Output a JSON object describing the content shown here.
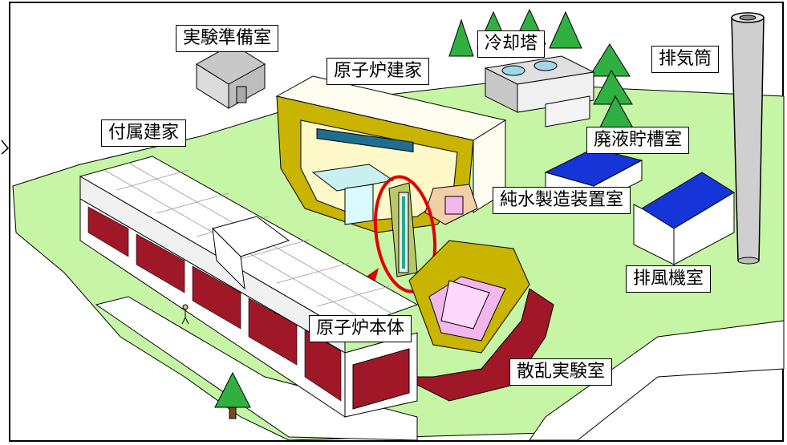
{
  "labels": {
    "prep_room": "実験準備室",
    "cooling_tower": "冷却塔",
    "exhaust_stack": "排気筒",
    "reactor_building": "原子炉建家",
    "annex_building": "付属建家",
    "waste_tank_room": "廃液貯槽室",
    "pure_water_room": "純水製造装置室",
    "exhaust_fan_room": "排風機室",
    "reactor_core": "原子炉本体",
    "scattering_lab": "散乱実験室"
  },
  "colors": {
    "lawn": "#c6f5a6",
    "road": "#ffffff",
    "roof_blue": "#1535d8",
    "yellow_interior": "#c9b400",
    "pool_water": "#c8f0f0",
    "pink_room": "#f2b8ee",
    "tree_green": "#30b040",
    "dark_red_ground": "#a01828",
    "highlight_red": "#e00000"
  }
}
